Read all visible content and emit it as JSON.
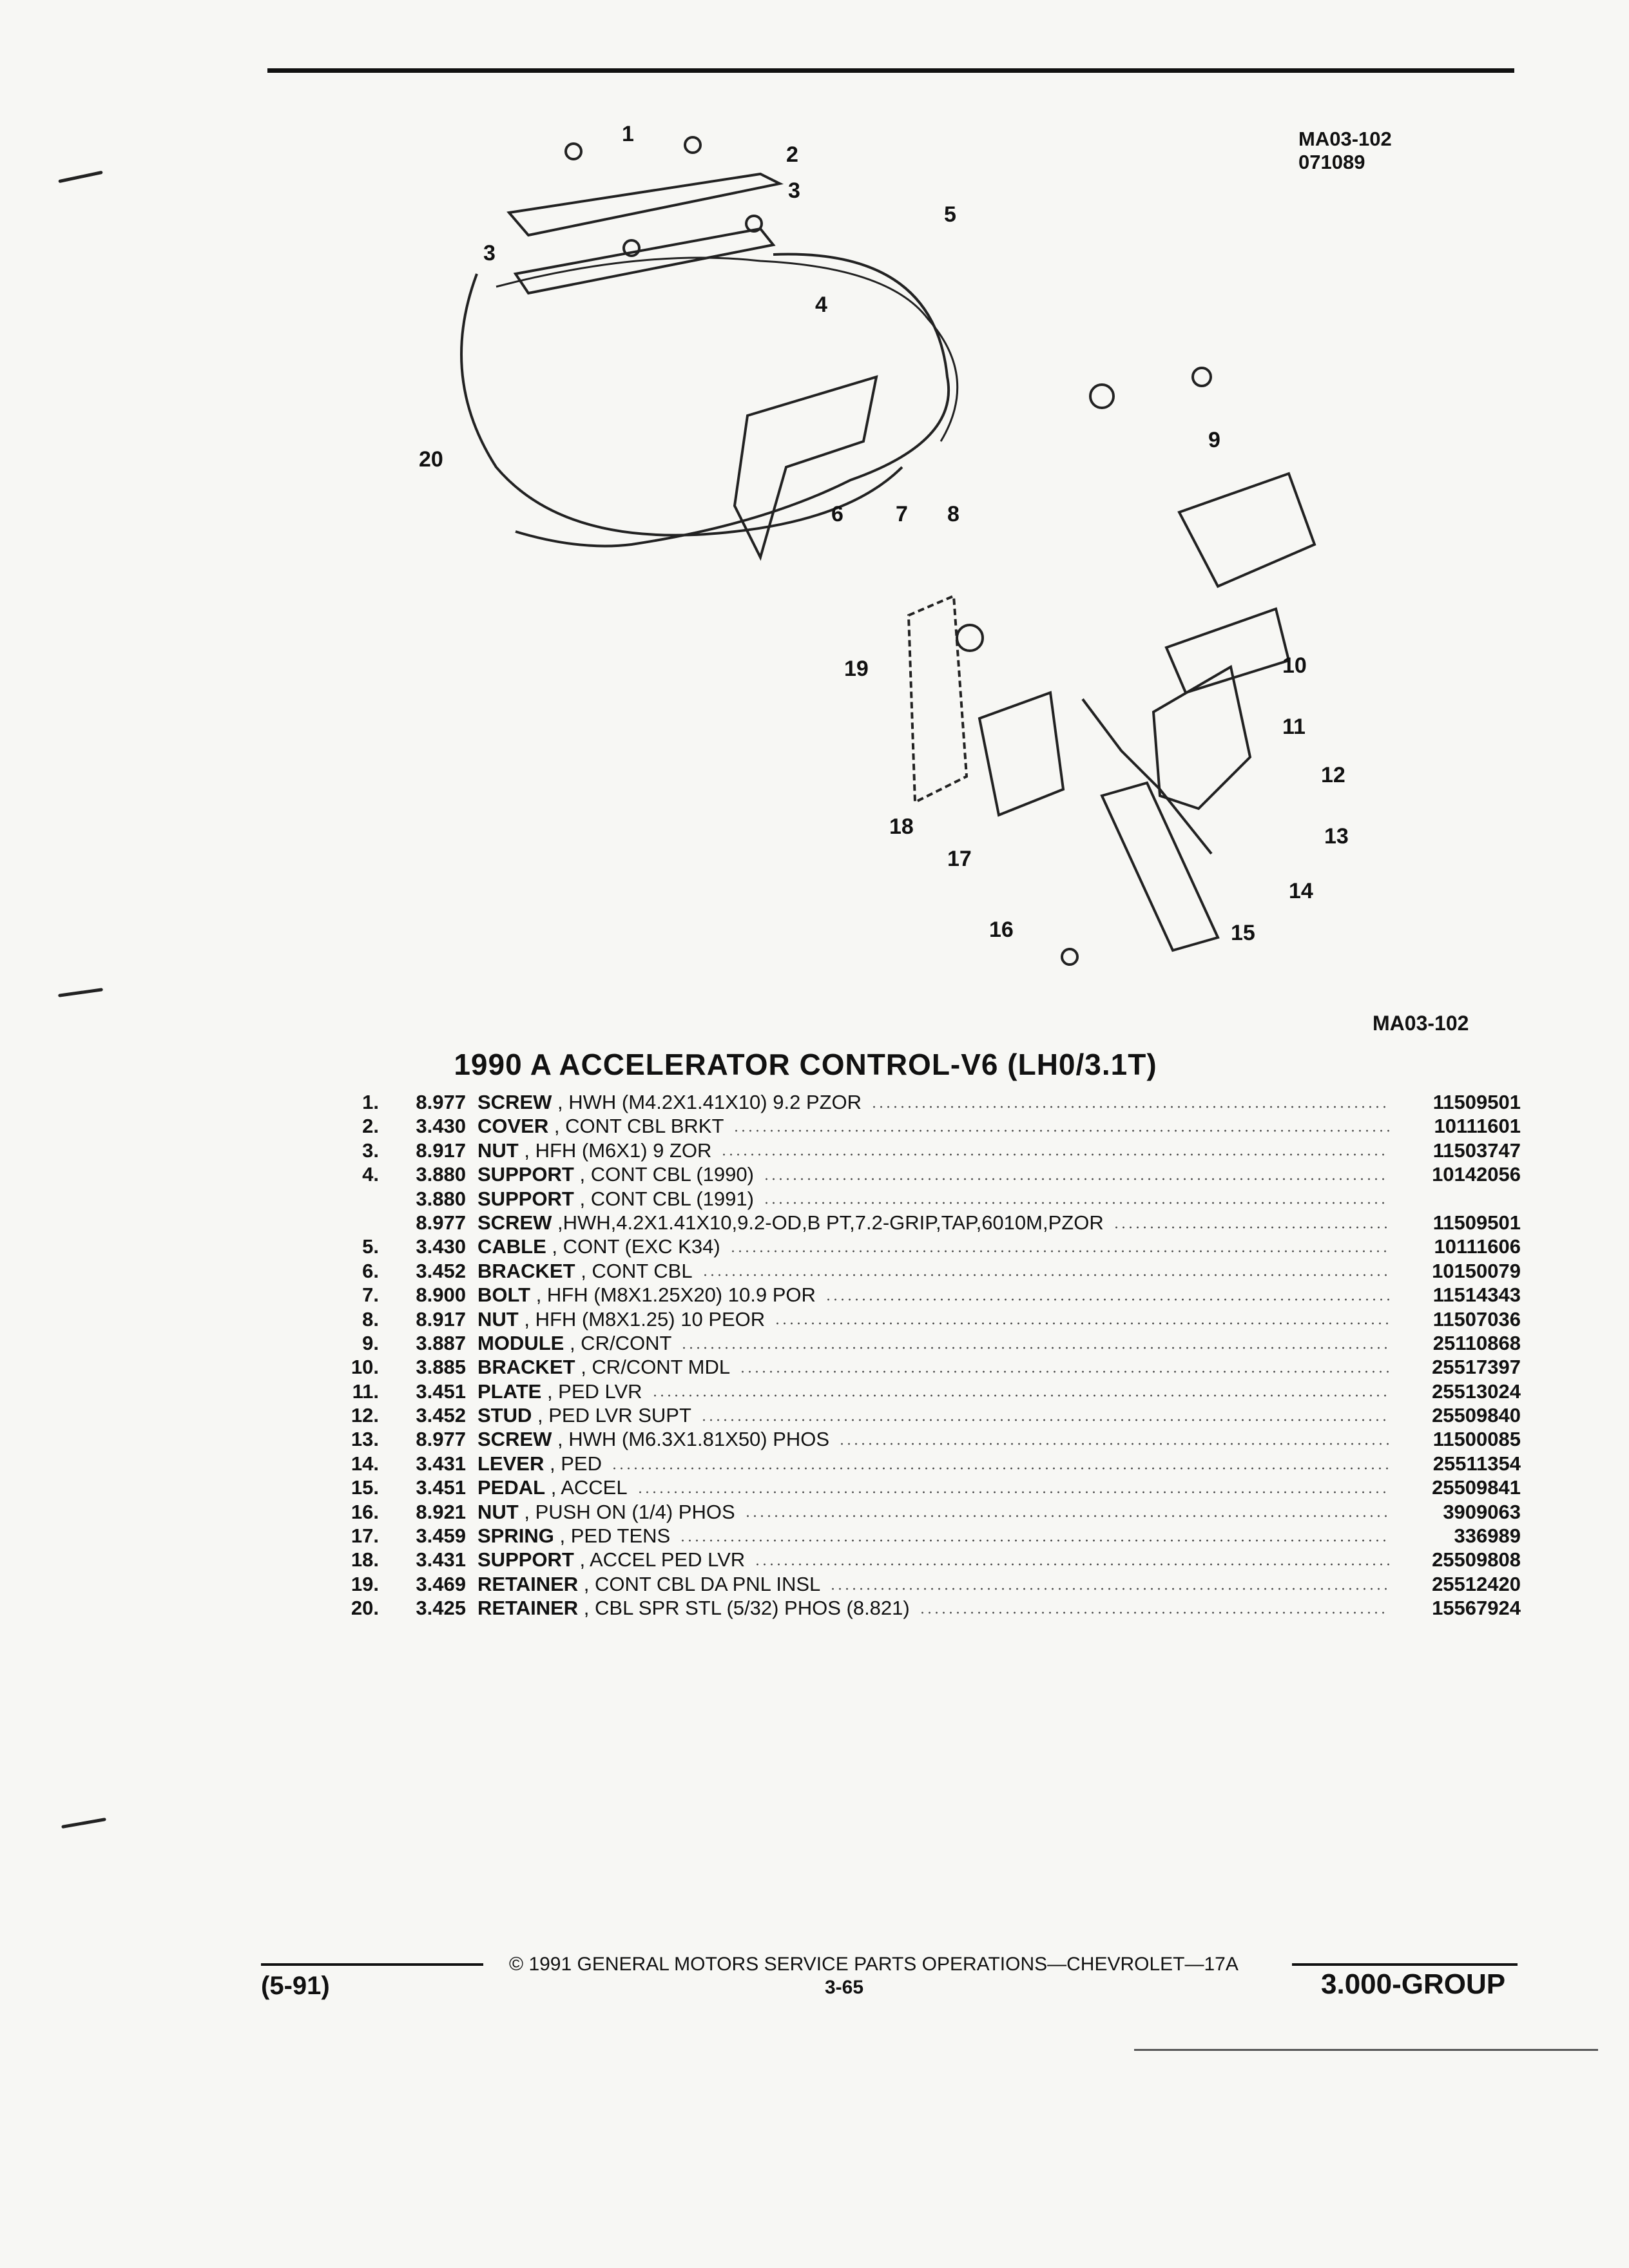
{
  "header": {
    "diagram_code": "MA03-102",
    "diagram_date": "071089"
  },
  "diagram": {
    "description": "Exploded view of accelerator control components",
    "callouts": [
      "1",
      "2",
      "3",
      "3",
      "4",
      "5",
      "6",
      "7",
      "8",
      "9",
      "10",
      "11",
      "12",
      "13",
      "14",
      "15",
      "16",
      "17",
      "18",
      "19",
      "20"
    ],
    "bottom_code": "MA03-102"
  },
  "section": {
    "title": "1990 A ACCELERATOR CONTROL-V6 (LH0/3.1T)"
  },
  "parts": [
    {
      "num": "1.",
      "group": "8.977",
      "name": "SCREW",
      "detail": ", HWH (M4.2X1.41X10) 9.2 PZOR",
      "part": "11509501"
    },
    {
      "num": "2.",
      "group": "3.430",
      "name": "COVER",
      "detail": ", CONT CBL BRKT",
      "part": "10111601"
    },
    {
      "num": "3.",
      "group": "8.917",
      "name": "NUT",
      "detail": ", HFH (M6X1) 9 ZOR",
      "part": "11503747"
    },
    {
      "num": "4.",
      "group": "3.880",
      "name": "SUPPORT",
      "detail": ", CONT CBL (1990)",
      "part": "10142056"
    },
    {
      "num": "",
      "group": "3.880",
      "name": "SUPPORT",
      "detail": ", CONT CBL (1991)",
      "part": ""
    },
    {
      "num": "",
      "group": "8.977",
      "name": "SCREW",
      "detail": ",HWH,4.2X1.41X10,9.2-OD,B PT,7.2-GRIP,TAP,6010M,PZOR",
      "part": "11509501"
    },
    {
      "num": "5.",
      "group": "3.430",
      "name": "CABLE",
      "detail": ", CONT (EXC K34)",
      "part": "10111606"
    },
    {
      "num": "6.",
      "group": "3.452",
      "name": "BRACKET",
      "detail": ", CONT CBL",
      "part": "10150079"
    },
    {
      "num": "7.",
      "group": "8.900",
      "name": "BOLT",
      "detail": ", HFH (M8X1.25X20) 10.9 POR",
      "part": "11514343"
    },
    {
      "num": "8.",
      "group": "8.917",
      "name": "NUT",
      "detail": ", HFH (M8X1.25) 10 PEOR",
      "part": "11507036"
    },
    {
      "num": "9.",
      "group": "3.887",
      "name": "MODULE",
      "detail": ", CR/CONT",
      "part": "25110868"
    },
    {
      "num": "10.",
      "group": "3.885",
      "name": "BRACKET",
      "detail": ", CR/CONT MDL",
      "part": "25517397"
    },
    {
      "num": "11.",
      "group": "3.451",
      "name": "PLATE",
      "detail": ", PED LVR",
      "part": "25513024"
    },
    {
      "num": "12.",
      "group": "3.452",
      "name": "STUD",
      "detail": ", PED LVR SUPT",
      "part": "25509840"
    },
    {
      "num": "13.",
      "group": "8.977",
      "name": "SCREW",
      "detail": ", HWH (M6.3X1.81X50) PHOS",
      "part": "11500085"
    },
    {
      "num": "14.",
      "group": "3.431",
      "name": "LEVER",
      "detail": ", PED",
      "part": "25511354"
    },
    {
      "num": "15.",
      "group": "3.451",
      "name": "PEDAL",
      "detail": ", ACCEL",
      "part": "25509841"
    },
    {
      "num": "16.",
      "group": "8.921",
      "name": "NUT",
      "detail": ", PUSH ON (1/4) PHOS",
      "part": "3909063"
    },
    {
      "num": "17.",
      "group": "3.459",
      "name": "SPRING",
      "detail": ", PED TENS",
      "part": "336989"
    },
    {
      "num": "18.",
      "group": "3.431",
      "name": "SUPPORT",
      "detail": ", ACCEL PED LVR",
      "part": "25509808"
    },
    {
      "num": "19.",
      "group": "3.469",
      "name": "RETAINER",
      "detail": ", CONT CBL DA PNL INSL",
      "part": "25512420"
    },
    {
      "num": "20.",
      "group": "3.425",
      "name": "RETAINER",
      "detail": ", CBL SPR STL (5/32) PHOS (8.821)",
      "part": "15567924"
    }
  ],
  "footer": {
    "copyright": "©  1991  GENERAL MOTORS SERVICE PARTS OPERATIONS—CHEVROLET—17A",
    "date_code": "(5-91)",
    "page": "3-65",
    "group": "3.000-GROUP"
  }
}
